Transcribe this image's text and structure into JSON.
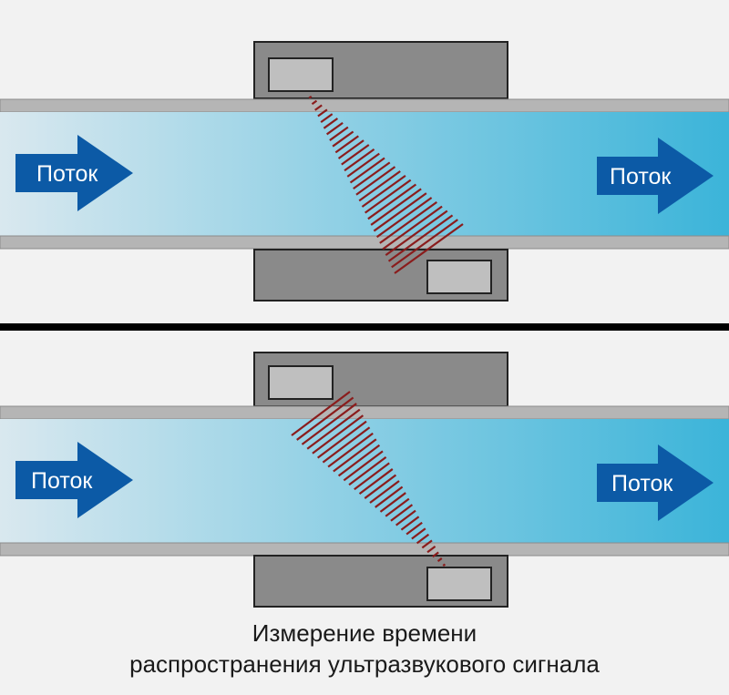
{
  "panels": [
    {
      "id": "top",
      "flow_label_left": "Поток",
      "flow_label_right": "Поток",
      "beam_direction": "downstream"
    },
    {
      "id": "bottom",
      "flow_label_left": "Поток",
      "flow_label_right": "Поток",
      "beam_direction": "upstream"
    }
  ],
  "caption": {
    "line1": "Измерение времени",
    "line2": "распространения ультразвукового сигнала"
  },
  "colors": {
    "background": "#f2f2f2",
    "pipe_wall": "#b5b5b5",
    "pipe_inner_left": "#d9e8ef",
    "pipe_inner_right": "#3bb4d9",
    "transducer_body": "#8a8a8a",
    "transducer_element": "#bfbfbf",
    "arrow": "#0c5aa6",
    "beam": "#8a1c1c",
    "divider": "#000000"
  }
}
